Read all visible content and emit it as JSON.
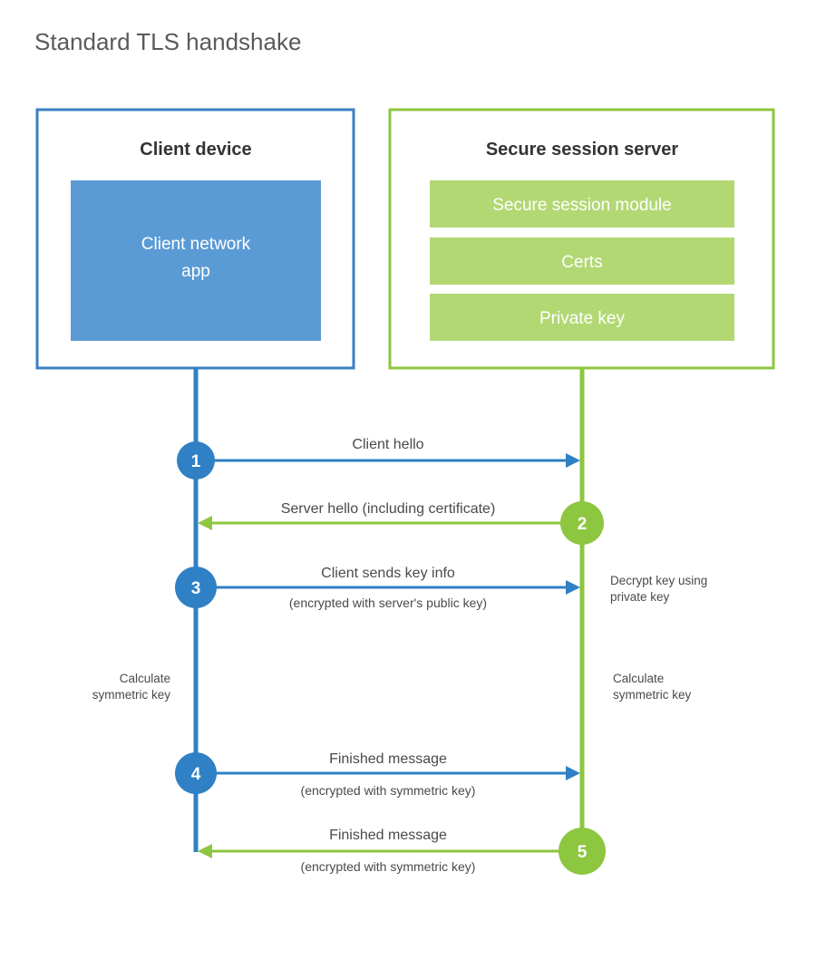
{
  "page": {
    "title": "Standard TLS handshake",
    "background": "#ffffff"
  },
  "colors": {
    "client_border": "#3b7fc4",
    "client_fill": "#5b9bd5",
    "client_line": "#2f80c4",
    "client_circle": "#2f80c4",
    "server_border": "#8dc63f",
    "server_fill": "#b2d874",
    "server_line": "#8dc63f",
    "server_circle": "#8dc63f",
    "title_text": "#5a5a5a",
    "heading_text": "#333333",
    "body_text": "#4a4a4a",
    "on_fill_text": "#ffffff"
  },
  "client_panel": {
    "title": "Client device",
    "inner_boxes": [
      {
        "label_line1": "Client network",
        "label_line2": "app"
      }
    ]
  },
  "server_panel": {
    "title": "Secure session server",
    "inner_boxes": [
      {
        "label": "Secure session module"
      },
      {
        "label": "Certs"
      },
      {
        "label": "Private key"
      }
    ]
  },
  "steps": [
    {
      "number": "1",
      "side": "client",
      "direction": "client-to-server",
      "label": "Client hello",
      "sublabel": ""
    },
    {
      "number": "2",
      "side": "server",
      "direction": "server-to-client",
      "label": "Server hello (including certificate)",
      "sublabel": ""
    },
    {
      "number": "3",
      "side": "client",
      "direction": "client-to-server",
      "label": "Client sends key info",
      "sublabel": "(encrypted with server's public key)"
    },
    {
      "number": "4",
      "side": "client",
      "direction": "client-to-server",
      "label": "Finished message",
      "sublabel": "(encrypted with symmetric key)"
    },
    {
      "number": "5",
      "side": "server",
      "direction": "server-to-client",
      "label": "Finished message",
      "sublabel": "(encrypted with symmetric key)"
    }
  ],
  "annotations": {
    "server_decrypt_line1": "Decrypt key using",
    "server_decrypt_line2": "private key",
    "client_calc_line1": "Calculate",
    "client_calc_line2": "symmetric key",
    "server_calc_line1": "Calculate",
    "server_calc_line2": "symmetric key"
  }
}
